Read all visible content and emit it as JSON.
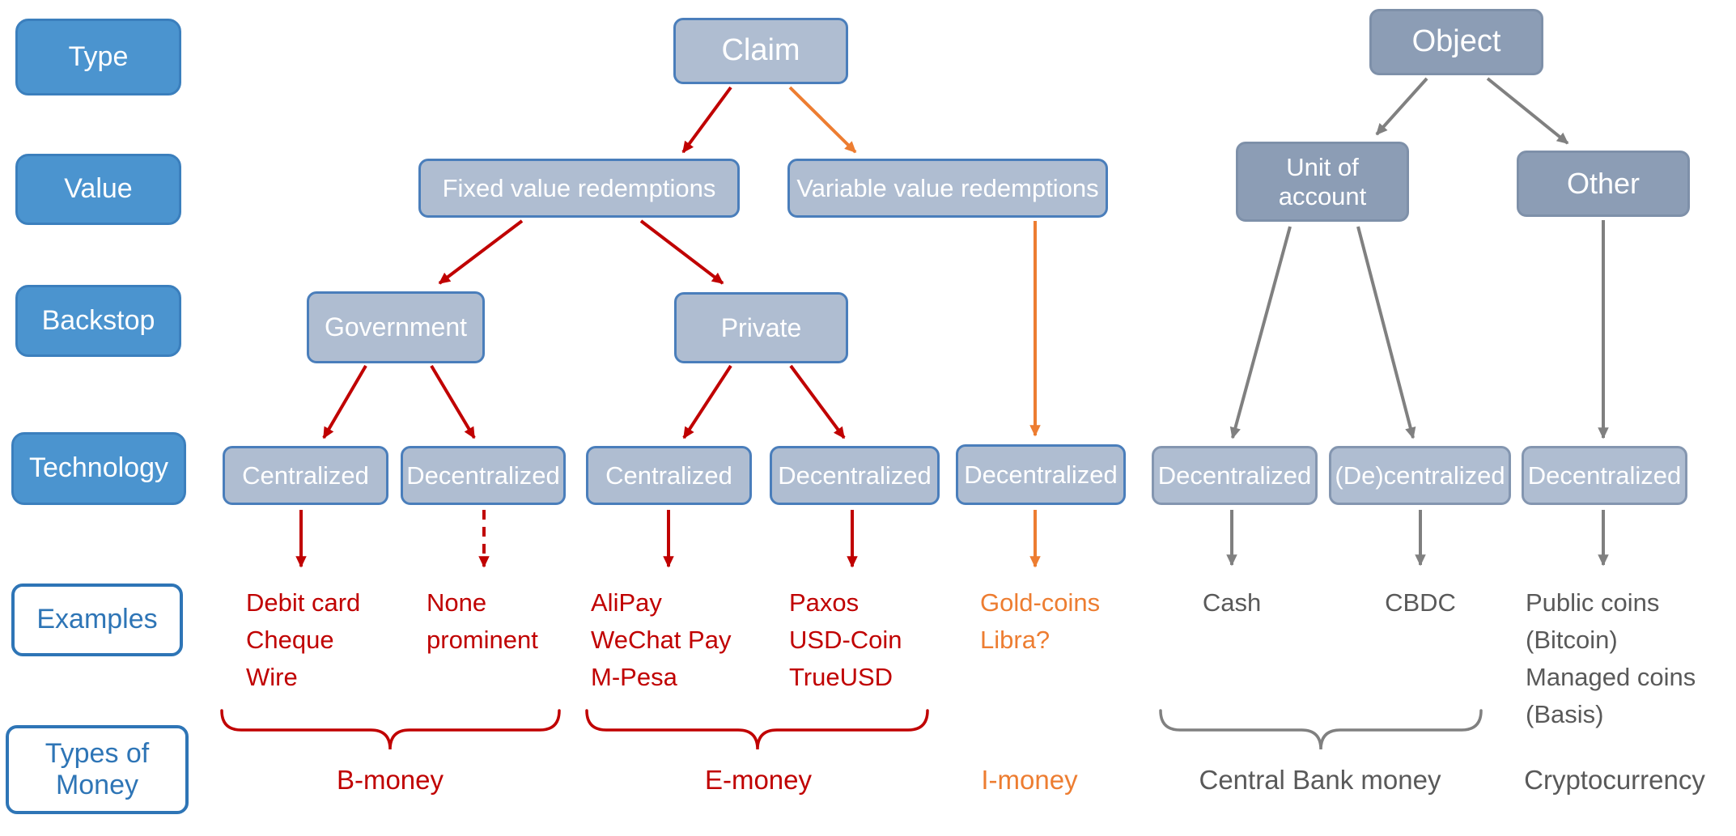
{
  "row_labels": {
    "type": "Type",
    "value": "Value",
    "backstop": "Backstop",
    "technology": "Technology",
    "examples": "Examples",
    "types_of_money": "Types of\nMoney"
  },
  "nodes": {
    "claim": "Claim",
    "object": "Object",
    "fixed_value": "Fixed value redemptions",
    "variable_value": "Variable value redemptions",
    "unit_of_account": "Unit of\naccount",
    "other": "Other",
    "government": "Government",
    "private": "Private",
    "gov_centralized": "Centralized",
    "gov_decentralized": "Decentralized",
    "priv_centralized": "Centralized",
    "priv_decentralized": "Decentralized",
    "variable_decentralized": "Decentralized",
    "uoa_decentralized": "Decentralized",
    "uoa_de_centralized": "(De)centralized",
    "other_decentralized": "Decentralized"
  },
  "examples": {
    "b_money_centralized": "Debit card\nCheque\nWire",
    "b_money_decentralized": "None\nprominent",
    "e_money_centralized": "AliPay\nWeChat Pay\nM-Pesa",
    "e_money_decentralized": "Paxos\nUSD-Coin\nTrueUSD",
    "i_money": "Gold-coins\nLibra?",
    "central_bank_cash": "Cash",
    "central_bank_cbdc": "CBDC",
    "cryptocurrency": "Public coins\n(Bitcoin)\nManaged coins\n(Basis)"
  },
  "money_types": {
    "b_money": "B-money",
    "e_money": "E-money",
    "i_money": "I-money",
    "central_bank": "Central Bank money",
    "cryptocurrency": "Cryptocurrency"
  },
  "colors": {
    "claim_branch_red": "#C00000",
    "i_money_branch_orange": "#ED7D31",
    "object_branch_gray": "#808080",
    "gray_text": "#595959",
    "row_label_fill_blue": "#4B94CF",
    "node_fill_light": "#AFBDD1",
    "node_fill_dark": "#8C9DB5",
    "node_border_blue": "#4A7EBB",
    "outline_box_blue": "#2E75B6"
  }
}
